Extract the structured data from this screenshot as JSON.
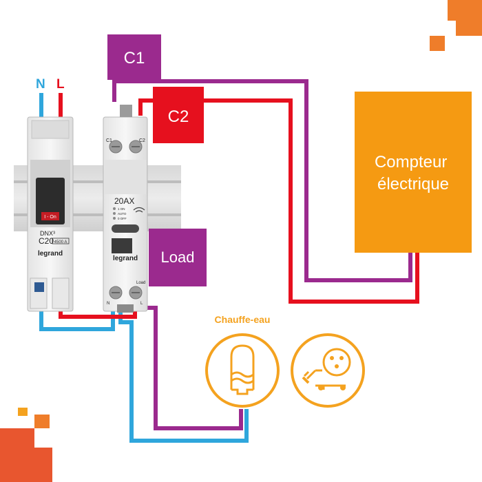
{
  "labels": {
    "neutral": "N",
    "live": "L",
    "c1": "C1",
    "c2": "C2",
    "load": "Load",
    "meter": "Compteur électrique",
    "water_heater": "Chauffe-eau"
  },
  "breaker": {
    "model": "DNX³",
    "rating": "C20",
    "code": "4500 A",
    "on_label": "I - On",
    "brand": "legrand"
  },
  "contactor": {
    "rating": "20AX",
    "terminal_c1": "C1",
    "terminal_c2": "C2",
    "terminal_n": "N",
    "terminal_l": "L",
    "terminal_load": "Load",
    "mode_1": "1 ON",
    "mode_2": "AUTO",
    "mode_3": "0 OFF",
    "brand": "legrand"
  },
  "colors": {
    "c1_wire": "#9b2a8e",
    "c2_wire": "#e6101e",
    "neutral_wire": "#2fa6dc",
    "meter": "#f59a12",
    "water_heater_icon": "#f4a21f",
    "corner_accent": "#ef7d2a"
  },
  "icons": [
    "water-heater-icon",
    "electric-car-icon"
  ]
}
